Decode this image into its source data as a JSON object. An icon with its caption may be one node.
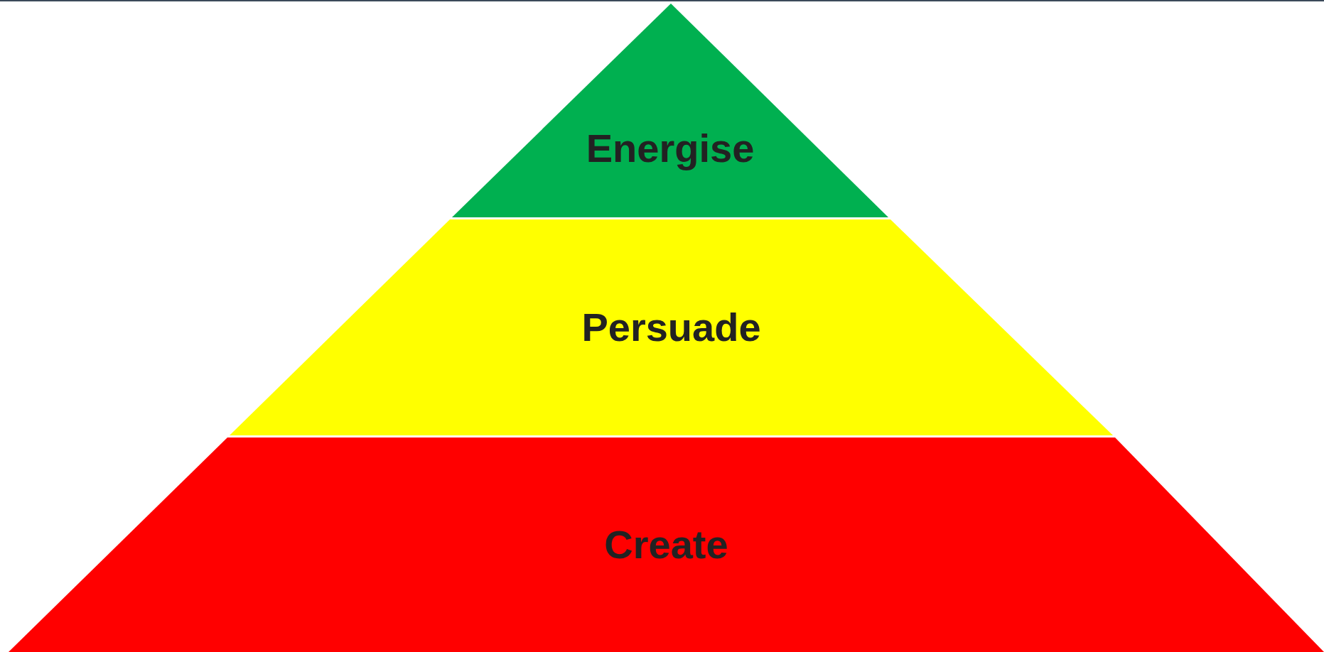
{
  "diagram": {
    "nodes": [
      {
        "text": [
          "Energise"
        ]
      },
      {
        "text": [
          "Persuade"
        ]
      },
      {
        "text": [
          "Create"
        ]
      }
    ]
  }
}
